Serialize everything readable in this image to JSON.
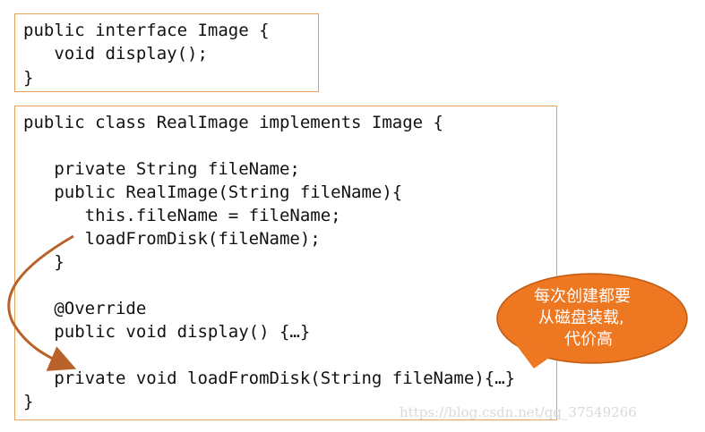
{
  "interface_box": {
    "lines": [
      "public interface Image {",
      "   void display();",
      "}"
    ]
  },
  "class_box": {
    "lines": [
      "public class RealImage implements Image {",
      "",
      "   private String fileName;",
      "   public RealImage(String fileName){",
      "      this.fileName = fileName;",
      "      loadFromDisk(fileName);",
      "   }",
      "",
      "   @Override",
      "   public void display() {…}",
      "",
      "   private void loadFromDisk(String fileName){…}",
      "}"
    ]
  },
  "callout": {
    "lines": [
      "每次创建都要",
      "从磁盘装载,",
      "代价高"
    ],
    "fill_color": "#ee7722",
    "stroke_color": "#c05a10"
  },
  "arrow": {
    "color": "#b8622a"
  },
  "watermark": "https://blog.csdn.net/qq_37549266"
}
